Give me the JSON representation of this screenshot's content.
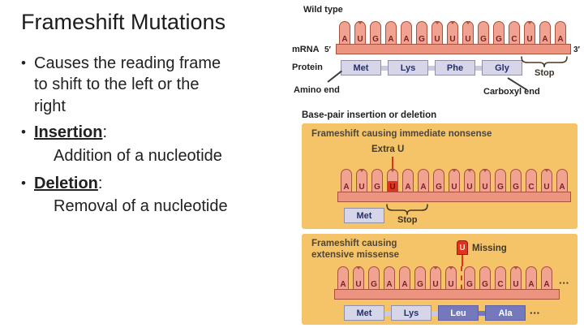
{
  "slide": {
    "title": "Frameshift Mutations",
    "bullets": {
      "b1": "Causes the reading frame\nto shift to the left or the\nright",
      "b2_term": "Insertion",
      "b2_colon": ":",
      "b2_sub": "Addition of a nucleotide",
      "b3_term": "Deletion",
      "b3_colon": ":",
      "b3_sub": "Removal of a nucleotide"
    }
  },
  "diagram": {
    "wild_type": {
      "label": "Wild type",
      "mrna_label": "mRNA",
      "five_prime": "5′",
      "three_prime": "3′",
      "protein_label": "Protein",
      "sequence": [
        "A",
        "U",
        "G",
        "A",
        "A",
        "G",
        "U",
        "U",
        "U",
        "G",
        "G",
        "C",
        "U",
        "A",
        "A"
      ],
      "proteins": [
        {
          "label": "Met"
        },
        {
          "label": "Lys"
        },
        {
          "label": "Phe"
        },
        {
          "label": "Gly"
        }
      ],
      "stop_label": "Stop",
      "amino_end_label": "Amino end",
      "carboxyl_end_label": "Carboxyl end"
    },
    "section_header": "Base-pair insertion or deletion",
    "insertion_panel": {
      "title": "Frameshift causing immediate nonsense",
      "annotation": "Extra U",
      "sequence": [
        "A",
        "U",
        "G",
        "U",
        "A",
        "A",
        "G",
        "U",
        "U",
        "U",
        "G",
        "G",
        "C",
        "U",
        "A"
      ],
      "highlight_index": 3,
      "proteins": [
        {
          "label": "Met"
        }
      ],
      "stop_label": "Stop"
    },
    "deletion_panel": {
      "title_line1": "Frameshift causing",
      "title_line2": "extensive missense",
      "missing_base": "U",
      "annotation": "Missing",
      "sequence": [
        "A",
        "U",
        "G",
        "A",
        "A",
        "G",
        "U",
        "U",
        "G",
        "G",
        "C",
        "U",
        "A",
        "A"
      ],
      "gap_before_index": 8,
      "strand_ellipsis": "···",
      "proteins": [
        {
          "label": "Met"
        },
        {
          "label": "Lys"
        },
        {
          "label": "Leu",
          "changed": true
        },
        {
          "label": "Ala",
          "changed": true
        }
      ],
      "protein_ellipsis": "···"
    },
    "palette": {
      "panel_bg": "#f5c368",
      "tooth_fill": "#f0a390",
      "bar_fill": "#ec9480",
      "outline": "#a8523e",
      "letter": "#7e1f26",
      "highlight_red": "#e0321f",
      "protein_light": "#d6d6e8",
      "protein_dark": "#7678be"
    }
  }
}
